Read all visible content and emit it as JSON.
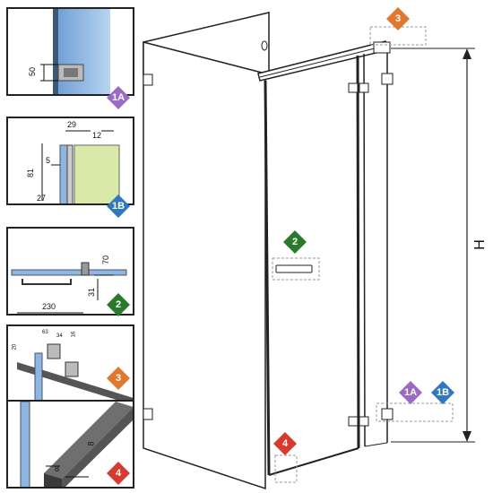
{
  "badges": {
    "b1a": "1A",
    "b1b": "1B",
    "b2": "2",
    "b3": "3",
    "b4": "4"
  },
  "colors": {
    "purple": "#9b6ac4",
    "blue": "#2f78c0",
    "green": "#2a7a2e",
    "orange": "#e0782e",
    "red": "#d73a2f",
    "glass": "#8fb6e0",
    "wall": "#d8e9a8"
  },
  "panel1": {
    "dim": "50"
  },
  "panel2": {
    "dim_top": "29",
    "dim_right": "12",
    "dim_left": "81",
    "dim_small": "5",
    "dim_bottom": "27"
  },
  "panel3": {
    "dim_h": "70",
    "dim_v": "31",
    "dim_w": "230"
  },
  "panel4": {
    "dim_a": "20",
    "dim_b": "63",
    "dim_c": "34",
    "dim_d": "16"
  },
  "panel5": {
    "dim_h": "8",
    "dim_w": "8"
  },
  "main": {
    "height_label": "H"
  }
}
